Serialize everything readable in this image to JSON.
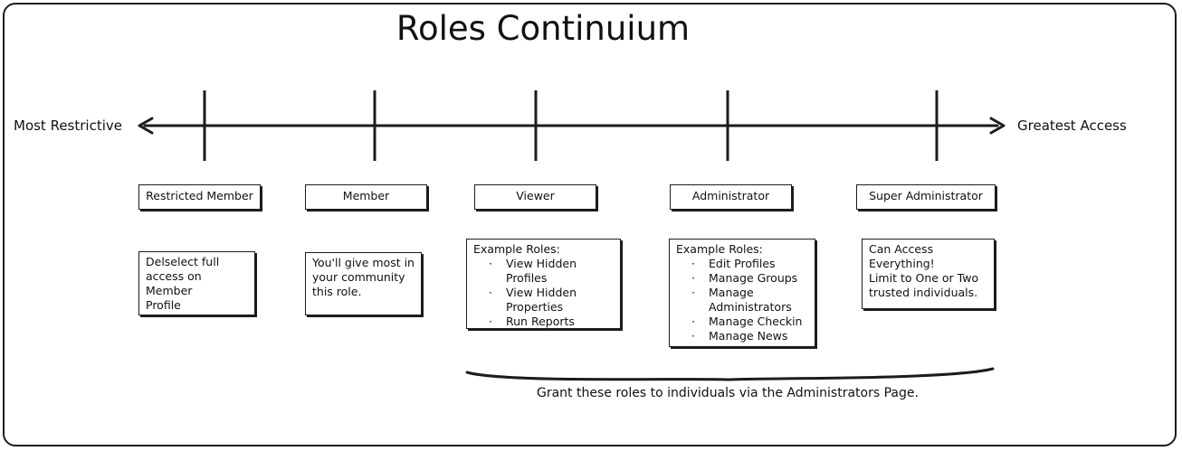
{
  "title": "Roles Continuium",
  "axis": {
    "left_label": "Most Restrictive",
    "right_label": "Greatest Access"
  },
  "roles": [
    {
      "name": "Restricted Member",
      "description_lines": [
        "Delselect full",
        "access on Member",
        "Profile"
      ]
    },
    {
      "name": "Member",
      "description_lines": [
        "You'll give most in",
        "your community",
        "this role."
      ]
    },
    {
      "name": "Viewer",
      "description_heading": "Example Roles:",
      "description_items": [
        "View Hidden Profiles",
        "View Hidden Properties",
        "Run Reports"
      ]
    },
    {
      "name": "Administrator",
      "description_heading": "Example Roles:",
      "description_items": [
        "Edit Profiles",
        "Manage Groups",
        "Manage Administrators",
        "Manage Checkin",
        "Manage News"
      ]
    },
    {
      "name": "Super Administrator",
      "description_lines": [
        "Can Access",
        "Everything!",
        "Limit to One or Two",
        "trusted individuals."
      ]
    }
  ],
  "footnote": "Grant these roles to individuals via the Administrators Page."
}
